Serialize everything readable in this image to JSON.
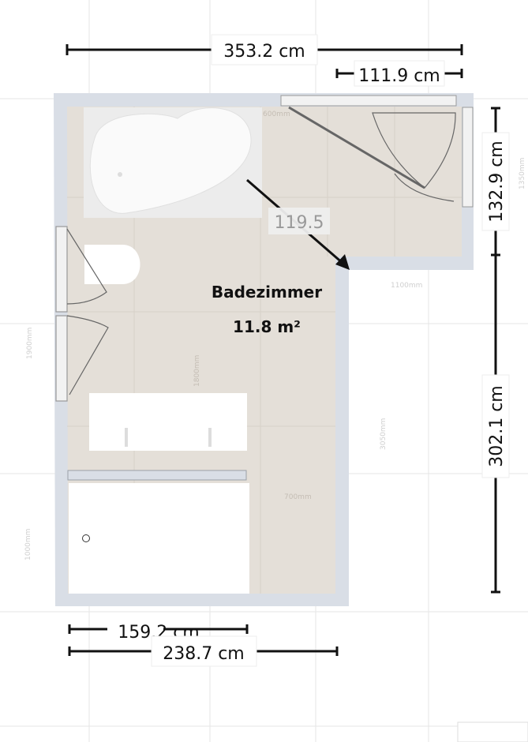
{
  "room": {
    "name": "Badezimmer",
    "area": "11.8 m²"
  },
  "dimensions": {
    "top_total": "353.2 cm",
    "top_right": "111.9 cm",
    "right_upper": "132.9 cm",
    "right_lower": "302.1 cm",
    "bottom_inner": "159.2 cm",
    "bottom_total": "238.7 cm",
    "diagonal": "119.5"
  },
  "background_labels": [
    "600mm",
    "1100mm",
    "1900mm",
    "1800mm",
    "3050mm",
    "700mm",
    "1000mm",
    "1350mm"
  ],
  "colors": {
    "wall": "#d9dee6",
    "floor": "#e4dfd8",
    "dimension_line": "#111111"
  }
}
